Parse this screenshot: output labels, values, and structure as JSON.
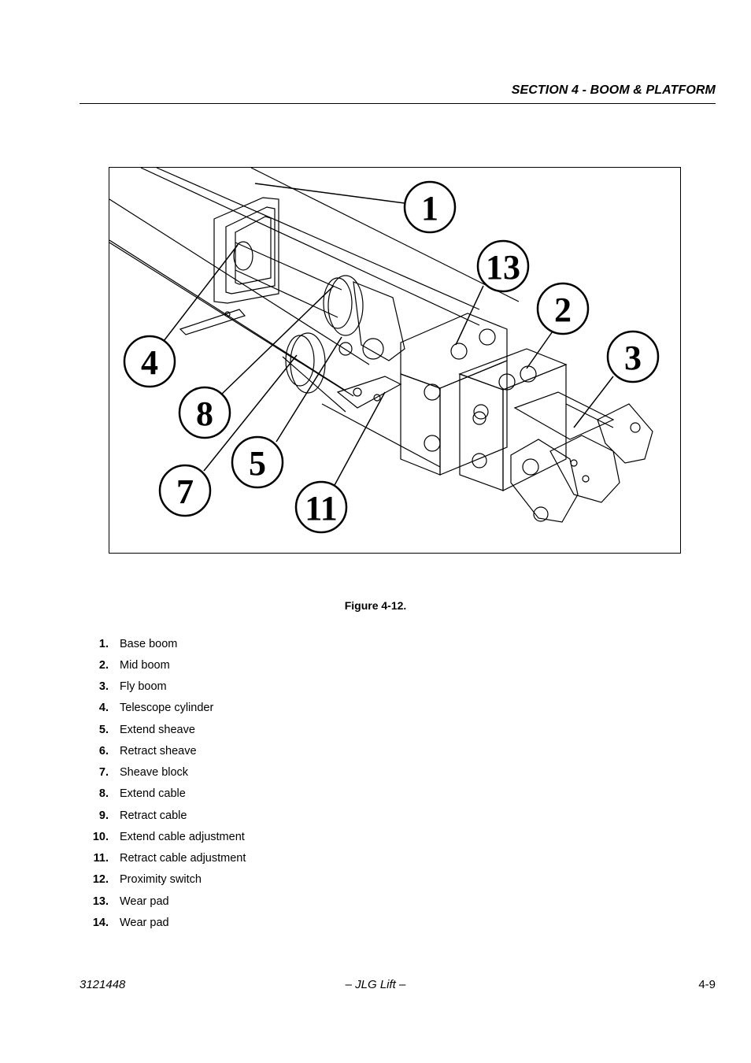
{
  "header": {
    "section_title": "SECTION 4 - BOOM & PLATFORM"
  },
  "figure": {
    "callouts": [
      "1",
      "13",
      "2",
      "3",
      "4",
      "8",
      "5",
      "7",
      "11"
    ],
    "caption": "Figure 4-12."
  },
  "legend": {
    "items": [
      {
        "num": "1.",
        "label": "Base boom"
      },
      {
        "num": "2.",
        "label": "Mid boom"
      },
      {
        "num": "3.",
        "label": "Fly boom"
      },
      {
        "num": "4.",
        "label": "Telescope cylinder"
      },
      {
        "num": "5.",
        "label": "Extend sheave"
      },
      {
        "num": "6.",
        "label": "Retract sheave"
      },
      {
        "num": "7.",
        "label": "Sheave block"
      },
      {
        "num": "8.",
        "label": "Extend cable"
      },
      {
        "num": "9.",
        "label": "Retract cable"
      },
      {
        "num": "10.",
        "label": "Extend cable adjustment"
      },
      {
        "num": "11.",
        "label": "Retract cable adjustment"
      },
      {
        "num": "12.",
        "label": "Proximity switch"
      },
      {
        "num": "13.",
        "label": "Wear pad"
      },
      {
        "num": "14.",
        "label": "Wear pad"
      }
    ]
  },
  "footer": {
    "doc_number": "3121448",
    "company": "– JLG Lift –",
    "page": "4-9"
  }
}
